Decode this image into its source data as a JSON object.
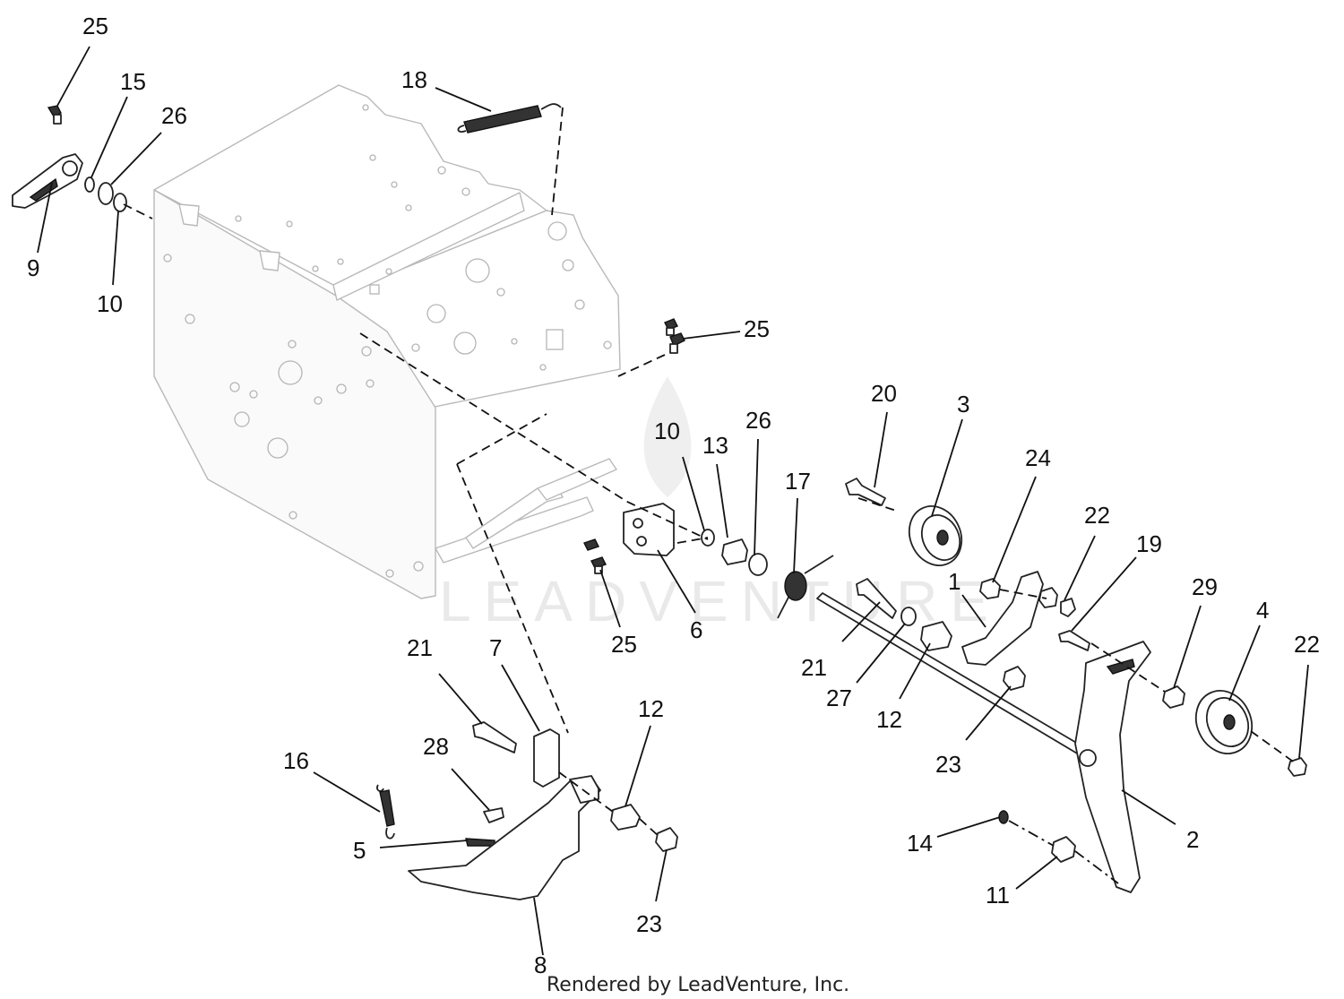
{
  "diagram": {
    "watermark": "LEADVENTURE",
    "credit": "Rendered by LeadVenture, Inc.",
    "callouts": [
      {
        "id": "c-25a",
        "text": "25"
      },
      {
        "id": "c-15",
        "text": "15"
      },
      {
        "id": "c-26a",
        "text": "26"
      },
      {
        "id": "c-9",
        "text": "9"
      },
      {
        "id": "c-10a",
        "text": "10"
      },
      {
        "id": "c-18",
        "text": "18"
      },
      {
        "id": "c-25b",
        "text": "25"
      },
      {
        "id": "c-20",
        "text": "20"
      },
      {
        "id": "c-3",
        "text": "3"
      },
      {
        "id": "c-10b",
        "text": "10"
      },
      {
        "id": "c-13",
        "text": "13"
      },
      {
        "id": "c-26b",
        "text": "26"
      },
      {
        "id": "c-17",
        "text": "17"
      },
      {
        "id": "c-24",
        "text": "24"
      },
      {
        "id": "c-22a",
        "text": "22"
      },
      {
        "id": "c-19",
        "text": "19"
      },
      {
        "id": "c-29",
        "text": "29"
      },
      {
        "id": "c-4",
        "text": "4"
      },
      {
        "id": "c-22b",
        "text": "22"
      },
      {
        "id": "c-1",
        "text": "1"
      },
      {
        "id": "c-25c",
        "text": "25"
      },
      {
        "id": "c-6",
        "text": "6"
      },
      {
        "id": "c-21a",
        "text": "21"
      },
      {
        "id": "c-27",
        "text": "27"
      },
      {
        "id": "c-12a",
        "text": "12"
      },
      {
        "id": "c-23a",
        "text": "23"
      },
      {
        "id": "c-21b",
        "text": "21"
      },
      {
        "id": "c-7",
        "text": "7"
      },
      {
        "id": "c-12b",
        "text": "12"
      },
      {
        "id": "c-16",
        "text": "16"
      },
      {
        "id": "c-28",
        "text": "28"
      },
      {
        "id": "c-5",
        "text": "5"
      },
      {
        "id": "c-23b",
        "text": "23"
      },
      {
        "id": "c-8",
        "text": "8"
      },
      {
        "id": "c-14",
        "text": "14"
      },
      {
        "id": "c-11",
        "text": "11"
      },
      {
        "id": "c-2",
        "text": "2"
      }
    ]
  }
}
